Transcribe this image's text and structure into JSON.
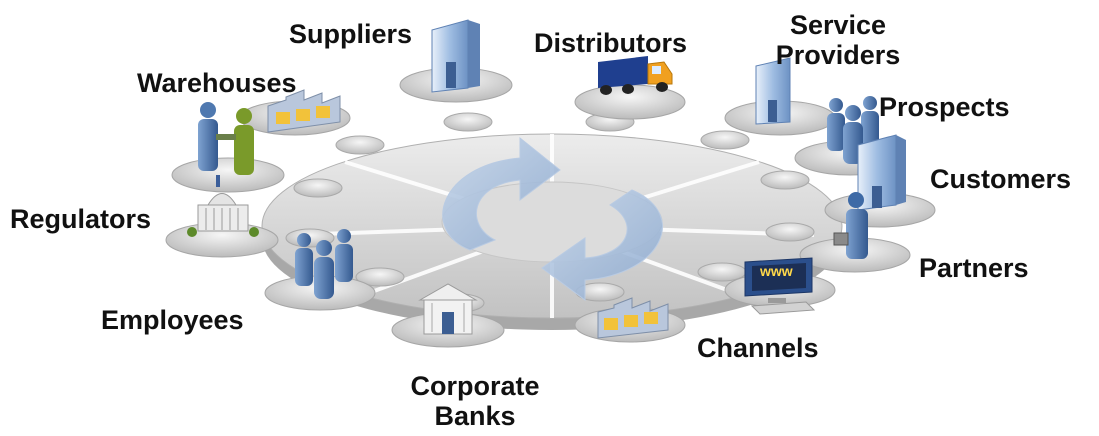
{
  "labels": {
    "suppliers": "Suppliers",
    "distributors": "Distributors",
    "service_providers_line1": "Service",
    "service_providers_line2": "Providers",
    "prospects": "Prospects",
    "warehouses": "Warehouses",
    "customers": "Customers",
    "regulators": "Regulators",
    "partners": "Partners",
    "employees": "Employees",
    "channels": "Channels",
    "corporate_banks_line1": "Corporate",
    "corporate_banks_line2": "Banks"
  },
  "icons": {
    "suppliers": "office-building-icon",
    "distributors": "delivery-truck-icon",
    "service_providers": "office-building-icon",
    "prospects": "people-group-icon",
    "warehouses": "warehouse-icon",
    "customers": "office-building-icon",
    "regulators": "capitol-building-icon",
    "partners": "handshake-icon",
    "employees": "people-group-icon",
    "channels": "warehouse-icon",
    "corporate_banks": "bank-icon",
    "website": "computer-www-icon",
    "businessman": "businessman-icon",
    "center": "cycle-arrows-icon"
  },
  "colors": {
    "wheel_top": "#e9e9e9",
    "wheel_bottom": "#bdbdbd",
    "arrows": "#9db5d6",
    "building_glass": "#8fb0d8",
    "people": "#4f79b0",
    "warehouse": "#f2c23a",
    "partner_green": "#7a9a2a",
    "truck": "#1f3f8f",
    "truck_cab": "#f0a020"
  }
}
